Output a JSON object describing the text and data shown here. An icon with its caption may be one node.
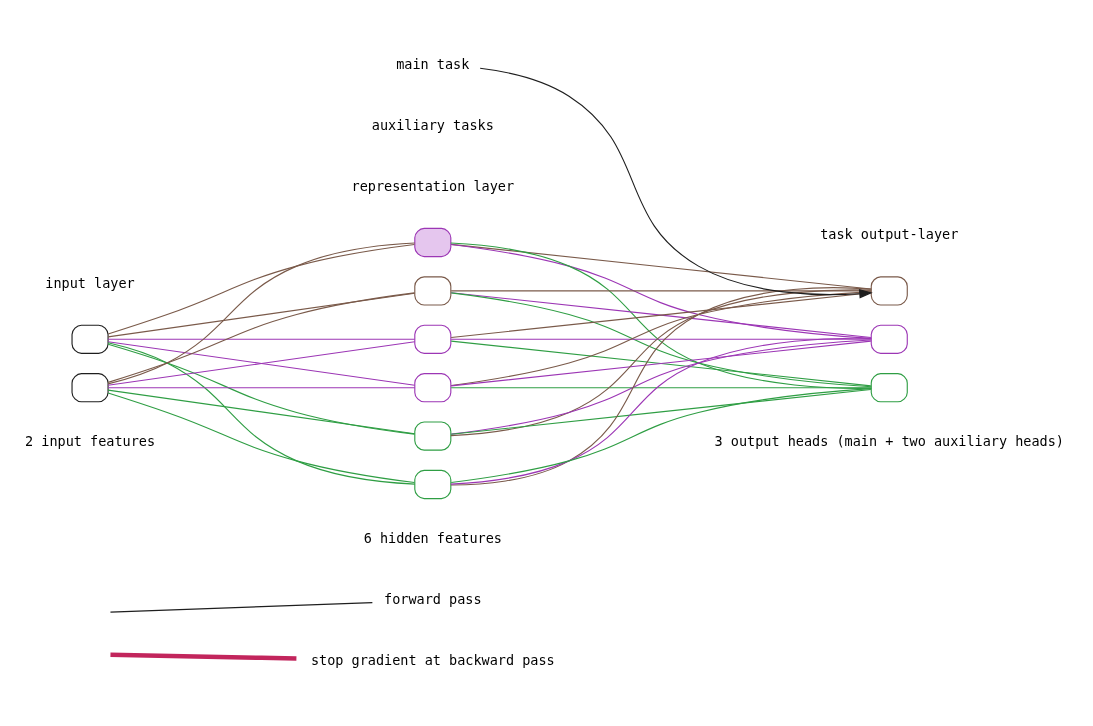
{
  "diagram": {
    "nodes": [
      {
        "text": [],
        "shape": "box"
      },
      {
        "text": [],
        "shape": "box"
      },
      {
        "text": [],
        "shape": "box"
      },
      {
        "text": [],
        "shape": "box"
      },
      {
        "text": [],
        "shape": "box"
      },
      {
        "text": [],
        "shape": "box"
      },
      {
        "text": [],
        "shape": "box"
      },
      {
        "text": [],
        "shape": "box"
      },
      {
        "text": [],
        "shape": "box"
      },
      {
        "text": [],
        "shape": "box"
      },
      {
        "text": [],
        "shape": "box"
      },
      {
        "text": [
          "main task"
        ]
      }
    ],
    "edges": [
      {
        "from": 0,
        "to": 2,
        "arrow": "none",
        "color": "#7a5a4a"
      },
      {
        "from": 1,
        "to": 2,
        "arrow": "none",
        "color": "#7a5a4a"
      },
      {
        "from": 0,
        "to": 3,
        "arrow": "none",
        "color": "#7a5a4a"
      },
      {
        "from": 1,
        "to": 3,
        "arrow": "none",
        "color": "#7a5a4a"
      },
      {
        "from": 0,
        "to": 4,
        "arrow": "none",
        "color": "#9c36b5"
      },
      {
        "from": 1,
        "to": 4,
        "arrow": "none",
        "color": "#9c36b5"
      },
      {
        "from": 0,
        "to": 5,
        "arrow": "none",
        "color": "#9c36b5"
      },
      {
        "from": 1,
        "to": 5,
        "arrow": "none",
        "color": "#9c36b5"
      },
      {
        "from": 0,
        "to": 6,
        "arrow": "none",
        "color": "#2f9e44"
      },
      {
        "from": 1,
        "to": 6,
        "arrow": "none",
        "color": "#2f9e44"
      },
      {
        "from": 0,
        "to": 7,
        "arrow": "none",
        "color": "#2f9e44"
      },
      {
        "from": 1,
        "to": 7,
        "arrow": "none",
        "color": "#2f9e44"
      },
      {
        "from": 2,
        "to": 8,
        "arrow": "none",
        "color": "#7a5a4a"
      },
      {
        "from": 3,
        "to": 8,
        "arrow": "none",
        "color": "#7a5a4a"
      },
      {
        "from": 4,
        "to": 8,
        "arrow": "none",
        "color": "#7a5a4a"
      },
      {
        "from": 5,
        "to": 8,
        "arrow": "none",
        "color": "#7a5a4a"
      },
      {
        "from": 6,
        "to": 8,
        "arrow": "none",
        "color": "#7a5a4a"
      },
      {
        "from": 7,
        "to": 8,
        "arrow": "none",
        "color": "#7a5a4a"
      },
      {
        "from": 2,
        "to": 9,
        "arrow": "none",
        "color": "#9c36b5"
      },
      {
        "from": 3,
        "to": 9,
        "arrow": "none",
        "color": "#9c36b5"
      },
      {
        "from": 4,
        "to": 9,
        "arrow": "none",
        "color": "#9c36b5"
      },
      {
        "from": 5,
        "to": 9,
        "arrow": "none",
        "color": "#9c36b5"
      },
      {
        "from": 6,
        "to": 9,
        "arrow": "none",
        "color": "#9c36b5"
      },
      {
        "from": 7,
        "to": 9,
        "arrow": "none",
        "color": "#9c36b5"
      },
      {
        "from": 2,
        "to": 10,
        "arrow": "none",
        "color": "#2f9e44"
      },
      {
        "from": 3,
        "to": 10,
        "arrow": "none",
        "color": "#2f9e44"
      },
      {
        "from": 4,
        "to": 10,
        "arrow": "none",
        "color": "#2f9e44"
      },
      {
        "from": 5,
        "to": 10,
        "arrow": "none",
        "color": "#2f9e44"
      },
      {
        "from": 6,
        "to": 10,
        "arrow": "none",
        "color": "#2f9e44"
      },
      {
        "from": 7,
        "to": 10,
        "arrow": "none",
        "color": "#2f9e44"
      },
      {
        "from": 11,
        "to": 8,
        "arrow": "to",
        "color": "#1e1e1e"
      }
    ],
    "labels": [
      "representation layer",
      "task output-layer",
      "input layer",
      "auxiliary tasks",
      "2 input features",
      "3 output heads (main + two auxiliary heads)",
      "6 hidden features"
    ],
    "legend": [
      {
        "text": "forward pass"
      },
      {
        "text": "stop gradient at backward pass"
      }
    ]
  }
}
